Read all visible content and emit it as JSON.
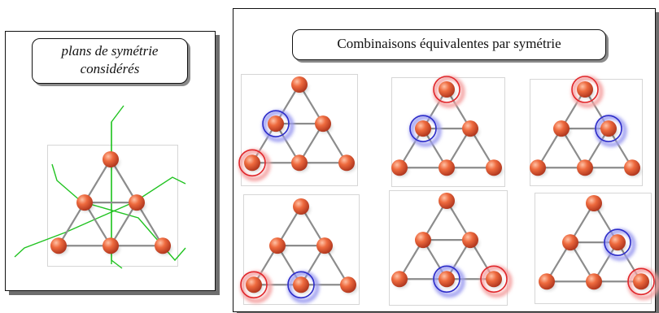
{
  "left_title": {
    "line1": "plans de symétrie",
    "line2": "considérés"
  },
  "right_title": "Combinaisons équivalentes par symétrie",
  "colors": {
    "atom": "#e8532d",
    "atom_highlight": "#ffb599",
    "bond": "#8c8c8c",
    "plane": "#22c322",
    "circle_red": "#e0262a",
    "circle_blue": "#2b2bc8"
  },
  "combinations": [
    {
      "red": [
        3
      ],
      "blue": [
        1
      ]
    },
    {
      "red": [
        0
      ],
      "blue": [
        1
      ]
    },
    {
      "red": [
        0
      ],
      "blue": [
        2
      ]
    },
    {
      "red": [
        3
      ],
      "blue": [
        4
      ]
    },
    {
      "red": [
        5
      ],
      "blue": [
        4
      ]
    },
    {
      "red": [
        5
      ],
      "blue": [
        2
      ]
    }
  ]
}
